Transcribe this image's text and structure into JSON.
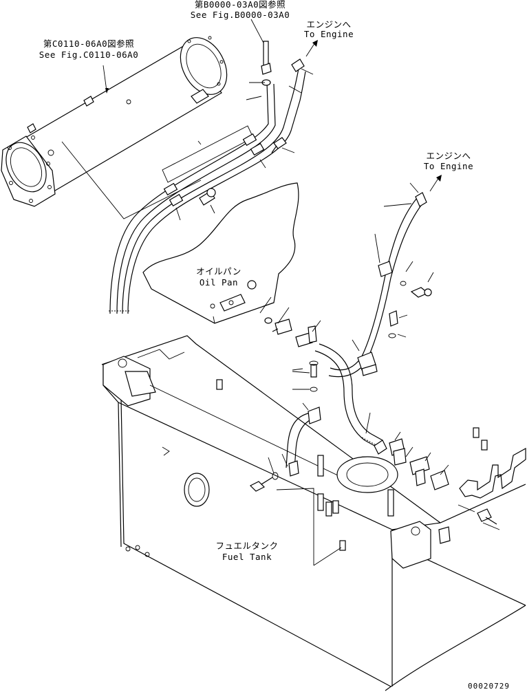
{
  "labels": {
    "ref_b_jp": "第B0000-03A0図参照",
    "ref_b_en": "See Fig.B0000-03A0",
    "ref_c_jp": "第C0110-06A0図参照",
    "ref_c_en": "See Fig.C0110-06A0",
    "to_engine_1_jp": "エンジンへ",
    "to_engine_1_en": "To Engine",
    "to_engine_2_jp": "エンジンへ",
    "to_engine_2_en": "To Engine",
    "oil_pan_jp": "オイルパン",
    "oil_pan_en": "Oil Pan",
    "fuel_tank_jp": "フュエルタンク",
    "fuel_tank_en": "Fuel Tank",
    "drawing_number": "00020729"
  }
}
